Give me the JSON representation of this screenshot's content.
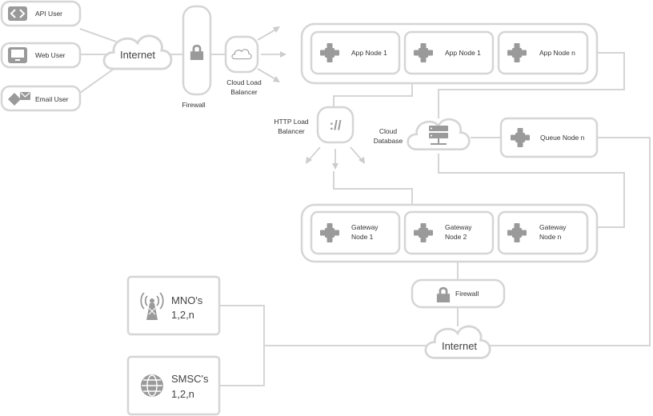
{
  "users": {
    "api": "API User",
    "web": "Web User",
    "email": "Email User"
  },
  "internet_top": "Internet",
  "firewall_top": "Firewall",
  "cloud_lb": [
    "Cloud Load",
    "Balancer"
  ],
  "app_nodes": [
    "App Node 1",
    "App Node 1",
    "App Node n"
  ],
  "http_lb": {
    "label": [
      "HTTP Load",
      "Balancer"
    ],
    "symbol": "://"
  },
  "cloud_db": [
    "Cloud",
    "Database"
  ],
  "queue_node": "Queue Node n",
  "gateway_nodes": [
    [
      "Gateway",
      "Node 1"
    ],
    [
      "Gateway",
      "Node 2"
    ],
    [
      "Gateway",
      "Node n"
    ]
  ],
  "firewall_bottom": "Firewall",
  "internet_bottom": "Internet",
  "mno": [
    "MNO's",
    "1,2,n"
  ],
  "smsc": [
    "SMSC's",
    "1,2,n"
  ],
  "icons": [
    "code-icon",
    "monitor-icon",
    "email-icon",
    "lock-icon",
    "cloud-icon",
    "node-cross-icon",
    "server-icon",
    "cell-tower-icon",
    "globe-icon"
  ],
  "colors": {
    "box_stroke": "#d5d5d5",
    "icon": "#9a9a9a",
    "text": "#333333"
  }
}
